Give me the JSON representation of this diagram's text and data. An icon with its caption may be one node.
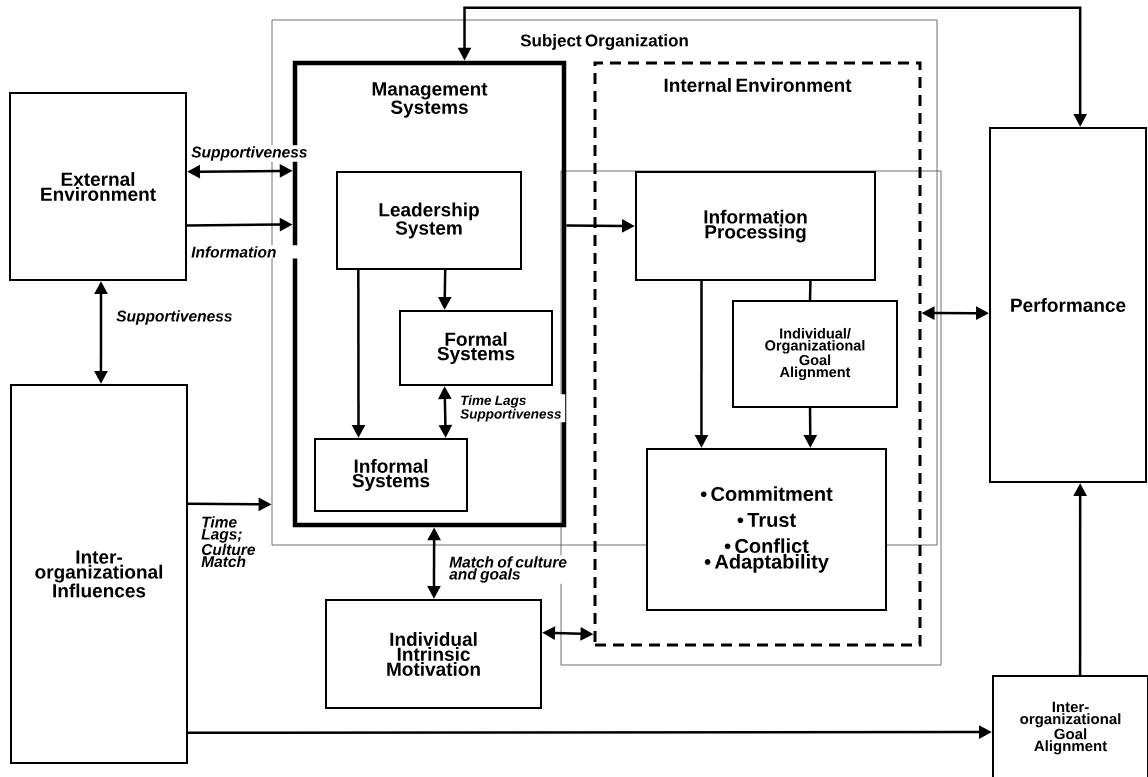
{
  "diagram": {
    "nodes": [
      {
        "text": [
          "External Environment"
        ]
      },
      {
        "text": [
          "Inter-organizational Influences"
        ]
      },
      {
        "text": [
          "Subject Organization"
        ]
      },
      {
        "text": [
          "Management Systems"
        ],
        "in": 2
      },
      {
        "text": [
          "Leadership System"
        ],
        "in": 3
      },
      {
        "text": [
          "Formal Systems"
        ],
        "in": 3
      },
      {
        "text": [
          "Informal Systems"
        ],
        "in": 3
      },
      {
        "text": [
          "Internal Environment"
        ]
      },
      {
        "text": [
          "Information Processing"
        ],
        "in": 7
      },
      {
        "text": [
          "Individual/ Organizational Goal Alignment"
        ],
        "in": 7
      },
      {
        "text": [
          "• Commitment",
          "• Trust",
          "• Conflict",
          "• Adaptability"
        ],
        "in": 7
      },
      {
        "text": [
          "Individual Intrinsic Motivation"
        ]
      },
      {
        "text": [
          "Performance"
        ]
      },
      {
        "text": [
          "Inter-organizational Goal Alignment"
        ]
      }
    ],
    "edges": [
      {
        "from": 0,
        "to": 3,
        "arrow": "both",
        "label": "Supportiveness"
      },
      {
        "from": 0,
        "to": 3,
        "arrow": "to",
        "label": "Information"
      },
      {
        "from": 0,
        "to": 1,
        "arrow": "both",
        "label": "Supportiveness"
      },
      {
        "from": 1,
        "to": 2,
        "arrow": "to",
        "label": "Time Lags; Culture Match"
      },
      {
        "from": 4,
        "to": 5,
        "arrow": "to"
      },
      {
        "from": 4,
        "to": 6,
        "arrow": "to"
      },
      {
        "from": 5,
        "to": 6,
        "arrow": "both",
        "label": "Time Lags Supportiveness"
      },
      {
        "from": 3,
        "to": 11,
        "arrow": "both",
        "label": "Match of culture and goals"
      },
      {
        "from": 3,
        "to": 8,
        "arrow": "to"
      },
      {
        "from": 3,
        "to": 12,
        "arrow": "both"
      },
      {
        "from": 8,
        "to": 10,
        "arrow": "to"
      },
      {
        "from": 8,
        "to": 9,
        "arrow": "none"
      },
      {
        "from": 9,
        "to": 10,
        "arrow": "to"
      },
      {
        "from": 11,
        "to": 7,
        "arrow": "both"
      },
      {
        "from": 7,
        "to": 12,
        "arrow": "both"
      },
      {
        "from": 1,
        "to": 13,
        "arrow": "to"
      },
      {
        "from": 13,
        "to": 12,
        "arrow": "to"
      }
    ]
  }
}
